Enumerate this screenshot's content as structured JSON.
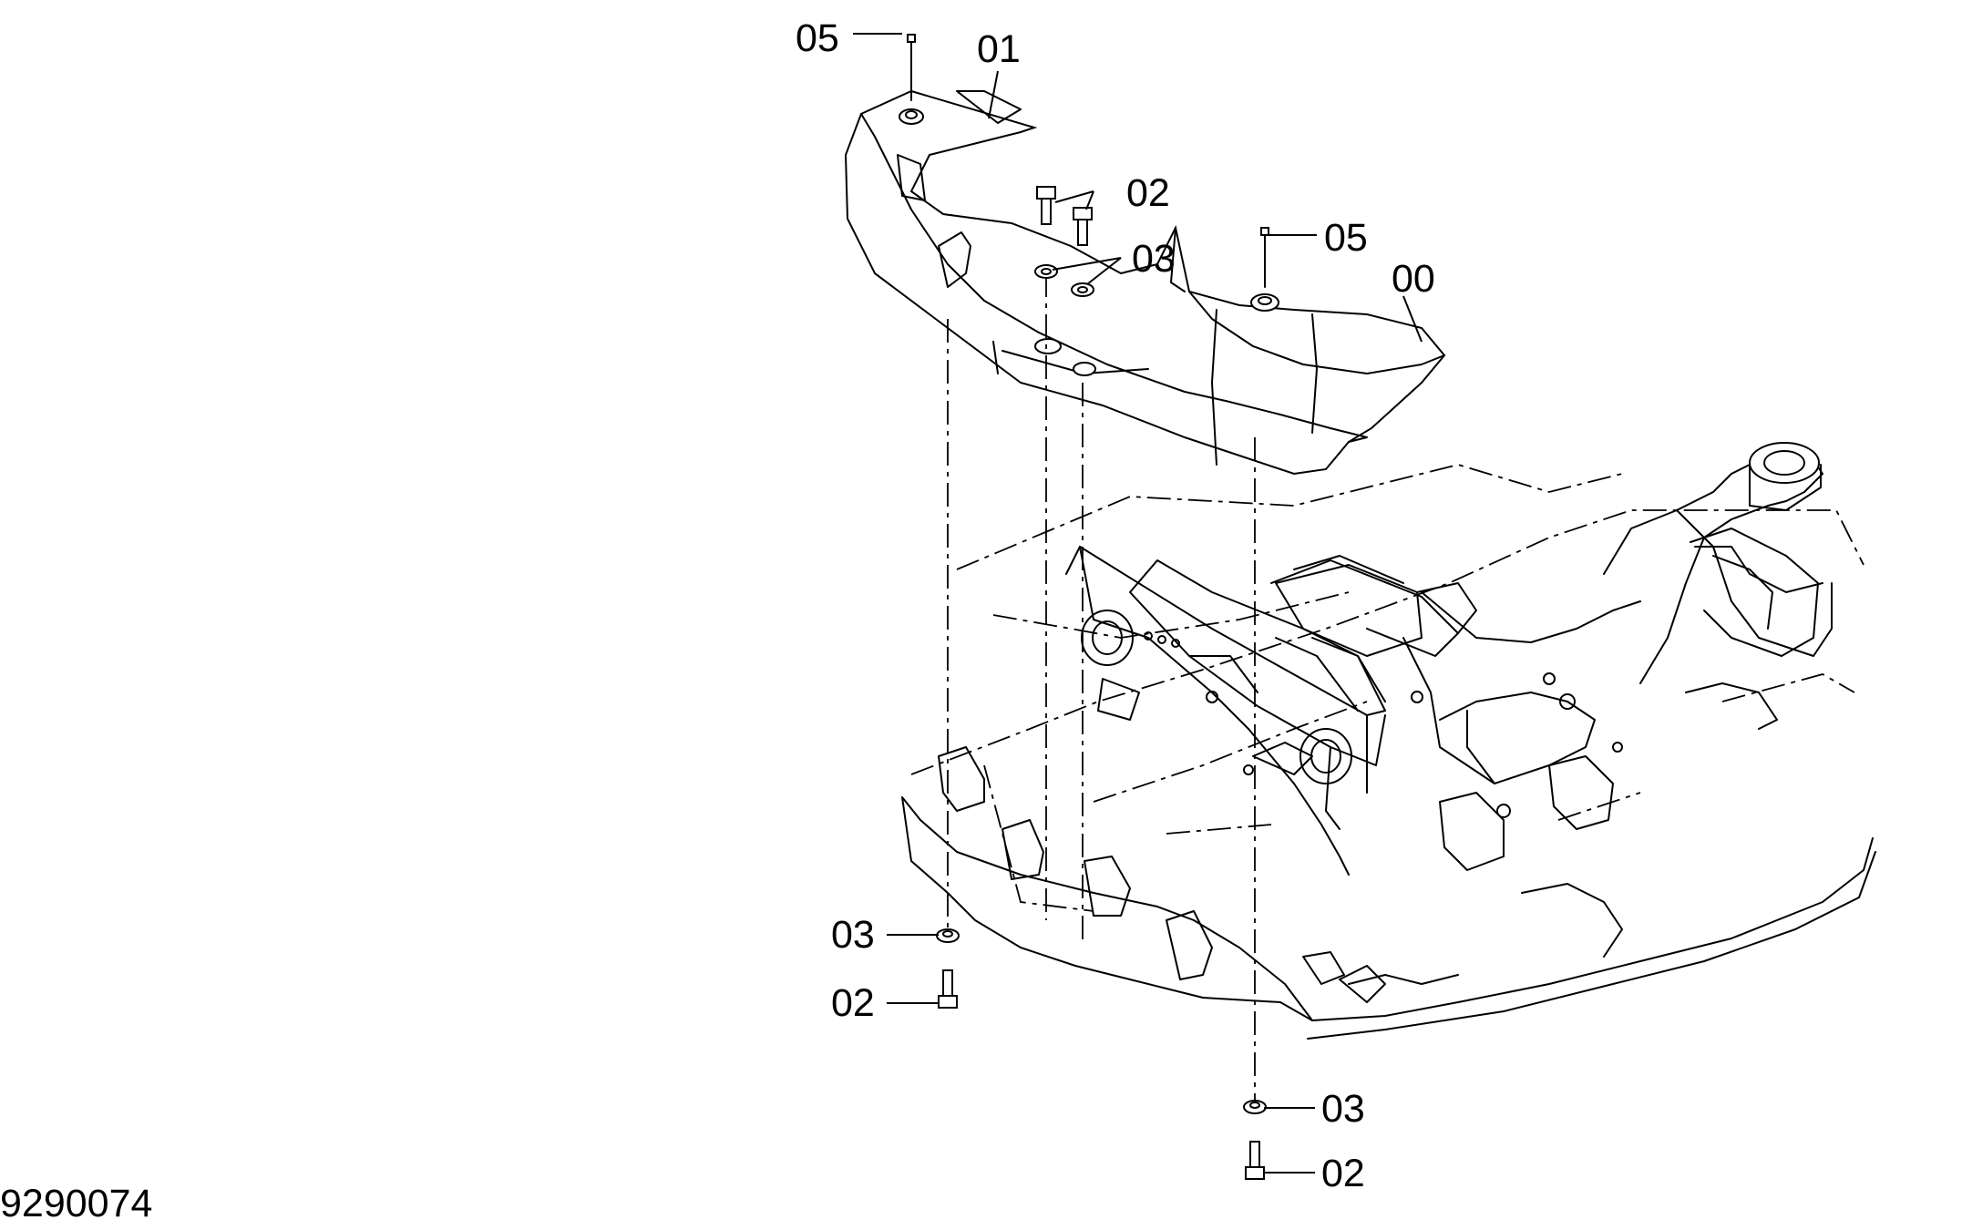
{
  "drawing_number": "9290074",
  "callouts": {
    "c05_top": "05",
    "c01": "01",
    "c02_top": "02",
    "c03_top": "03",
    "c05_right": "05",
    "c00": "00",
    "c03_left": "03",
    "c02_left": "02",
    "c03_bottom": "03",
    "c02_bottom": "02"
  }
}
